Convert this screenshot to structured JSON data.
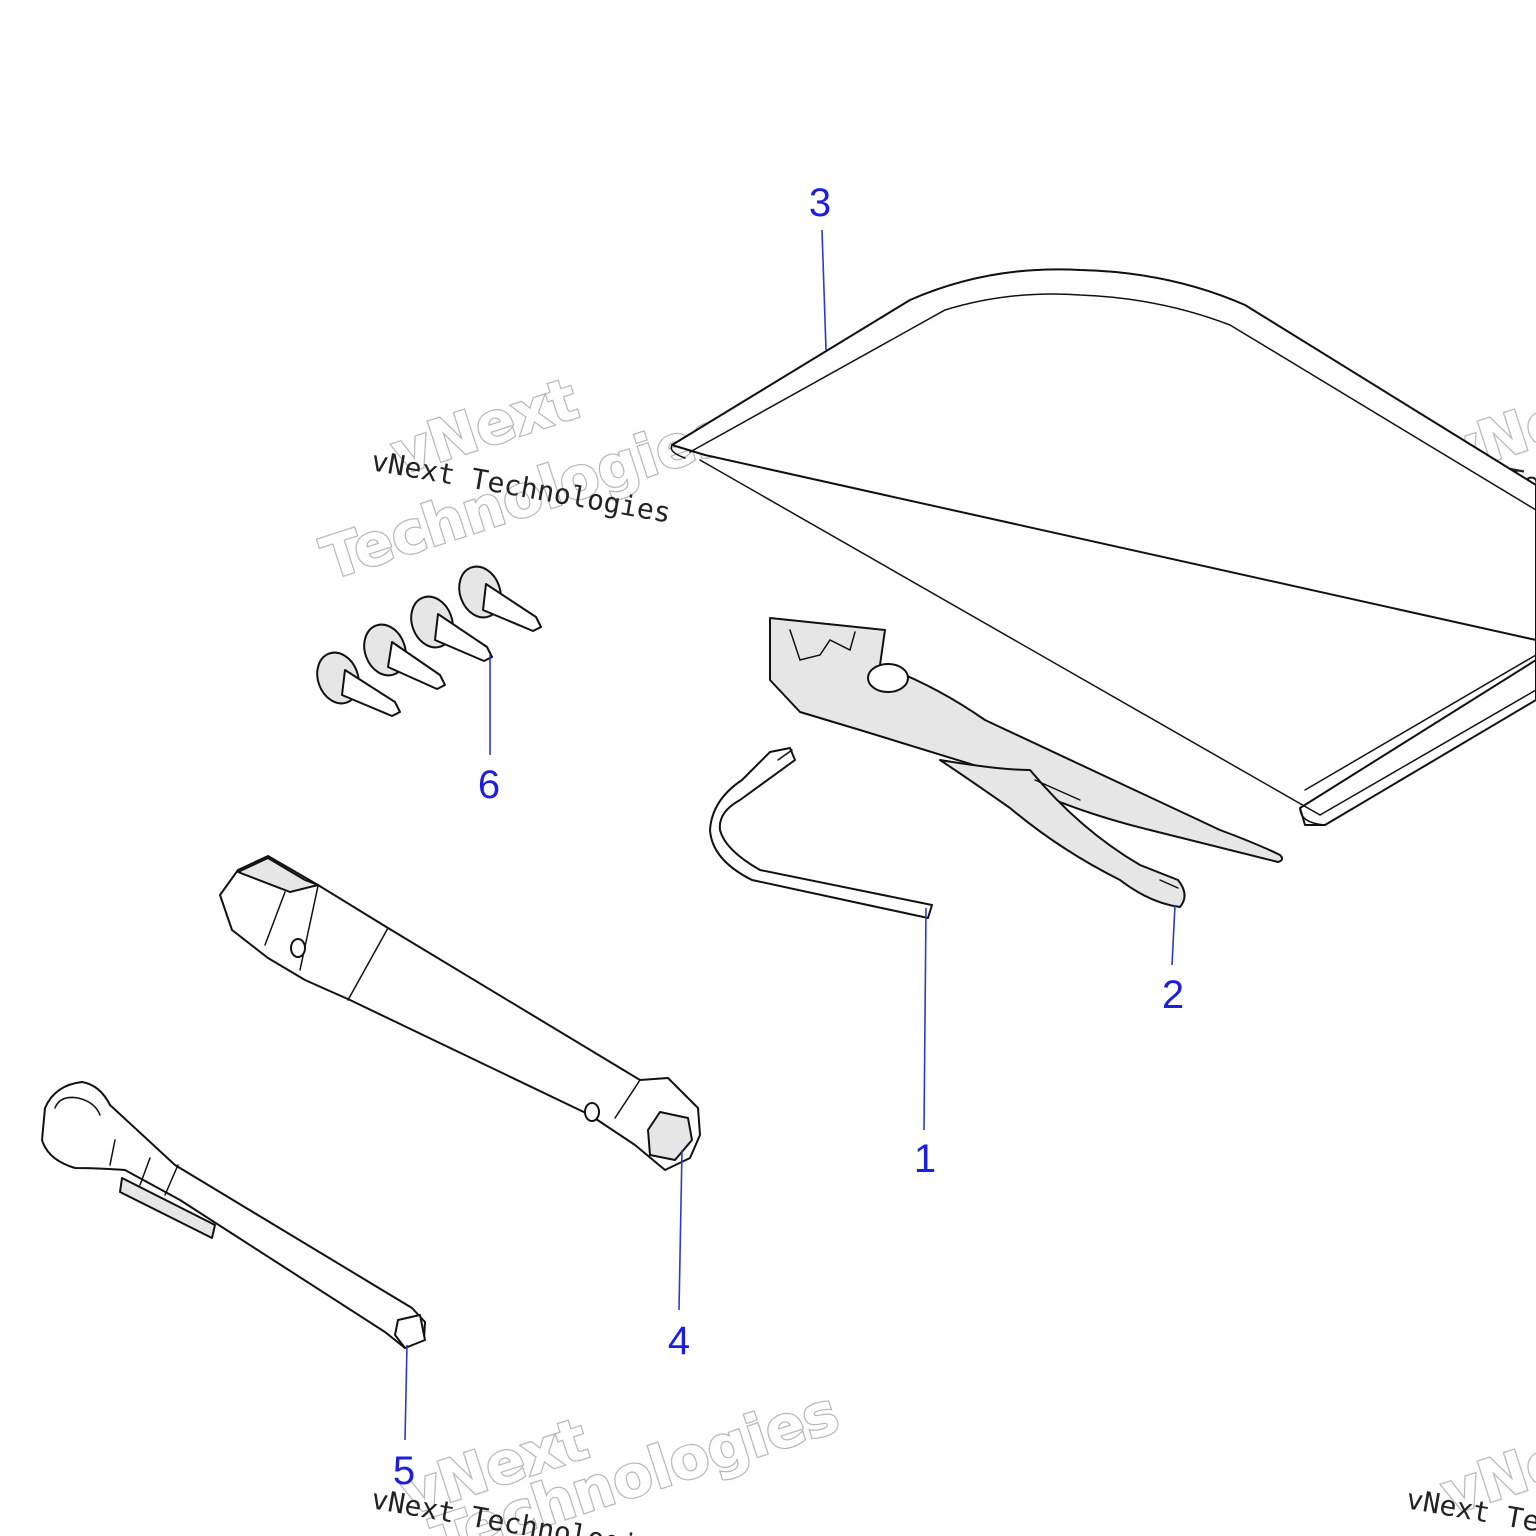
{
  "watermark": {
    "line1": "vNext",
    "line2": "Technologies",
    "small": "vNext Technologies"
  },
  "callouts": [
    {
      "id": "1",
      "label": "1"
    },
    {
      "id": "2",
      "label": "2"
    },
    {
      "id": "3",
      "label": "3"
    },
    {
      "id": "4",
      "label": "4"
    },
    {
      "id": "5",
      "label": "5"
    },
    {
      "id": "6",
      "label": "6"
    }
  ],
  "colors": {
    "callout": "#1e1ee0",
    "leader": "#2a3cc8",
    "line": "#111111",
    "shade": "#e6e6e6"
  }
}
